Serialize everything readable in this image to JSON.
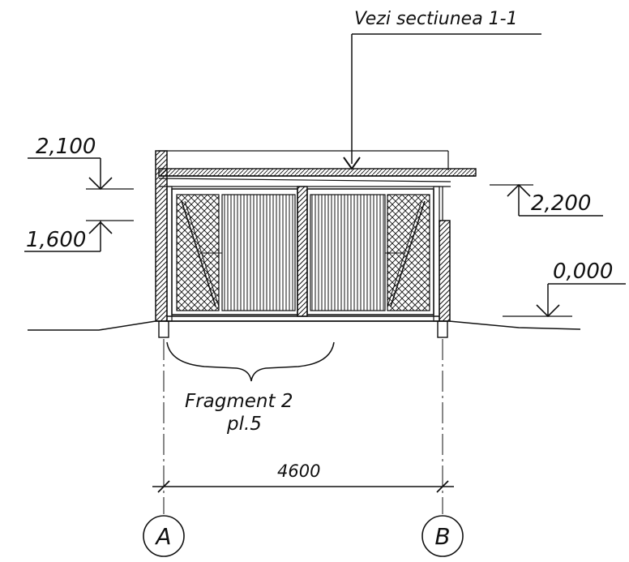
{
  "section_note": "Vezi sectiunea 1-1",
  "elevations": {
    "top_left": "2,100",
    "mid_left": "1,600",
    "right_upper": "2,200",
    "right_ground": "0,000"
  },
  "fragment": {
    "line1": "Fragment 2",
    "line2": "pl.5"
  },
  "dimension": "4600",
  "axes": {
    "left": "A",
    "right": "B"
  }
}
